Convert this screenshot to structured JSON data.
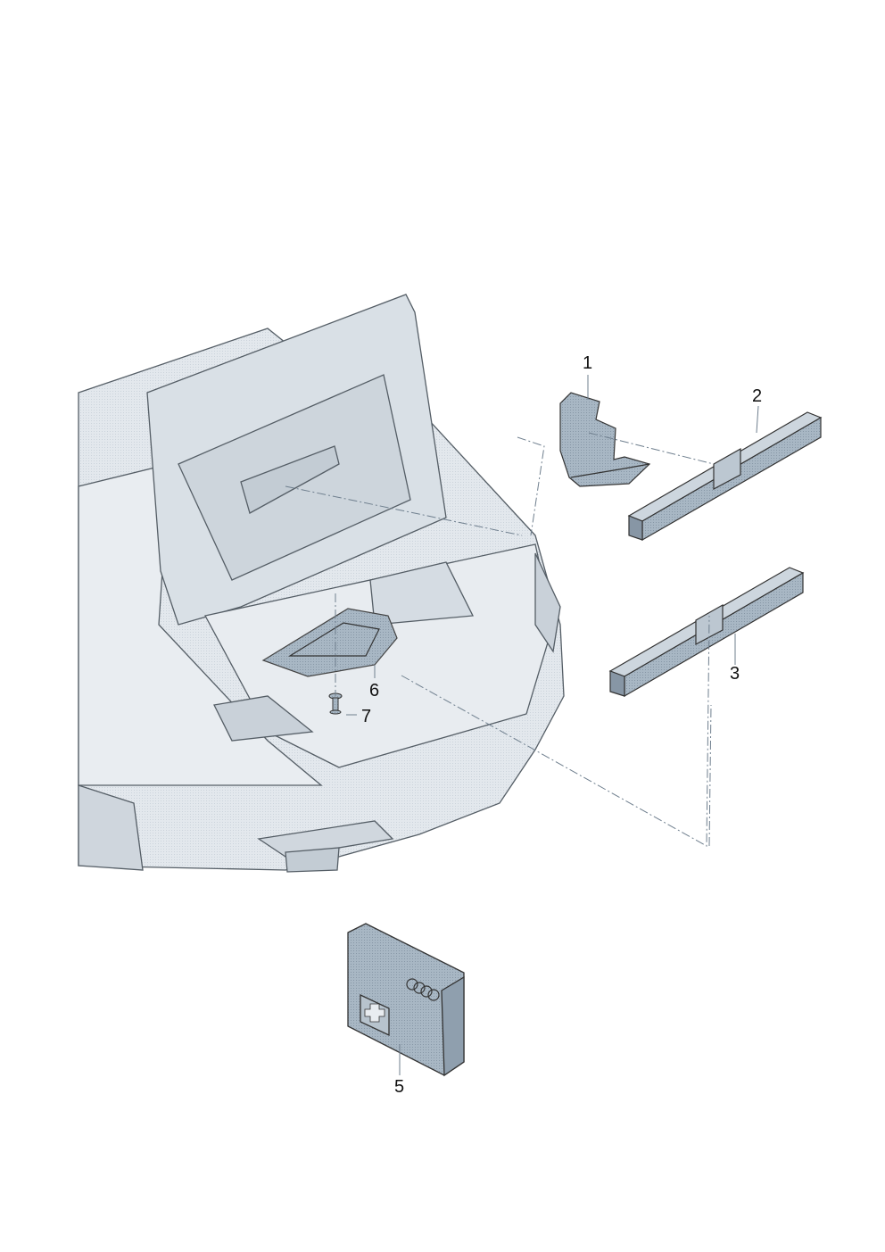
{
  "callouts": [
    {
      "number": "1",
      "part": "holder"
    },
    {
      "number": "2",
      "part": "warning-triangle-box"
    },
    {
      "number": "3",
      "part": "warning-triangle-box"
    },
    {
      "number": "5",
      "part": "first-aid-kit"
    },
    {
      "number": "6",
      "part": "floor-cover"
    },
    {
      "number": "7",
      "part": "clip"
    }
  ],
  "logo_text": "Audi",
  "colors": {
    "body": "#dfe5eb",
    "part": "#a8b7c4",
    "line": "#555e66",
    "leader": "#8a9aa8"
  }
}
